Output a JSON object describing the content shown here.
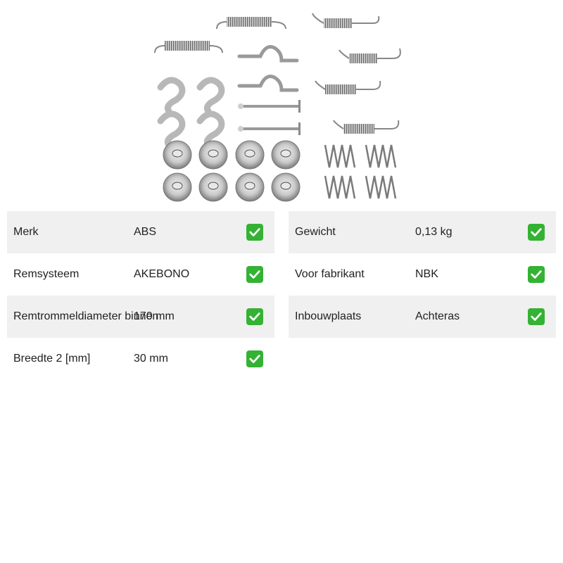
{
  "specs_left": [
    {
      "label": "Merk",
      "value": "ABS"
    },
    {
      "label": "Remsysteem",
      "value": "AKEBONO"
    },
    {
      "label": "Remtrommeldiameter binnen",
      "value": "170 mm"
    },
    {
      "label": "Breedte 2 [mm]",
      "value": "30 mm"
    }
  ],
  "specs_right": [
    {
      "label": "Gewicht",
      "value": "0,13 kg"
    },
    {
      "label": "Voor fabrikant",
      "value": "NBK"
    },
    {
      "label": "Inbouwplaats",
      "value": "Achteras"
    }
  ],
  "icons": {
    "check": "check-mark-icon"
  },
  "colors": {
    "row_shade": "#f0f0f0",
    "check_green": "#34b233"
  }
}
